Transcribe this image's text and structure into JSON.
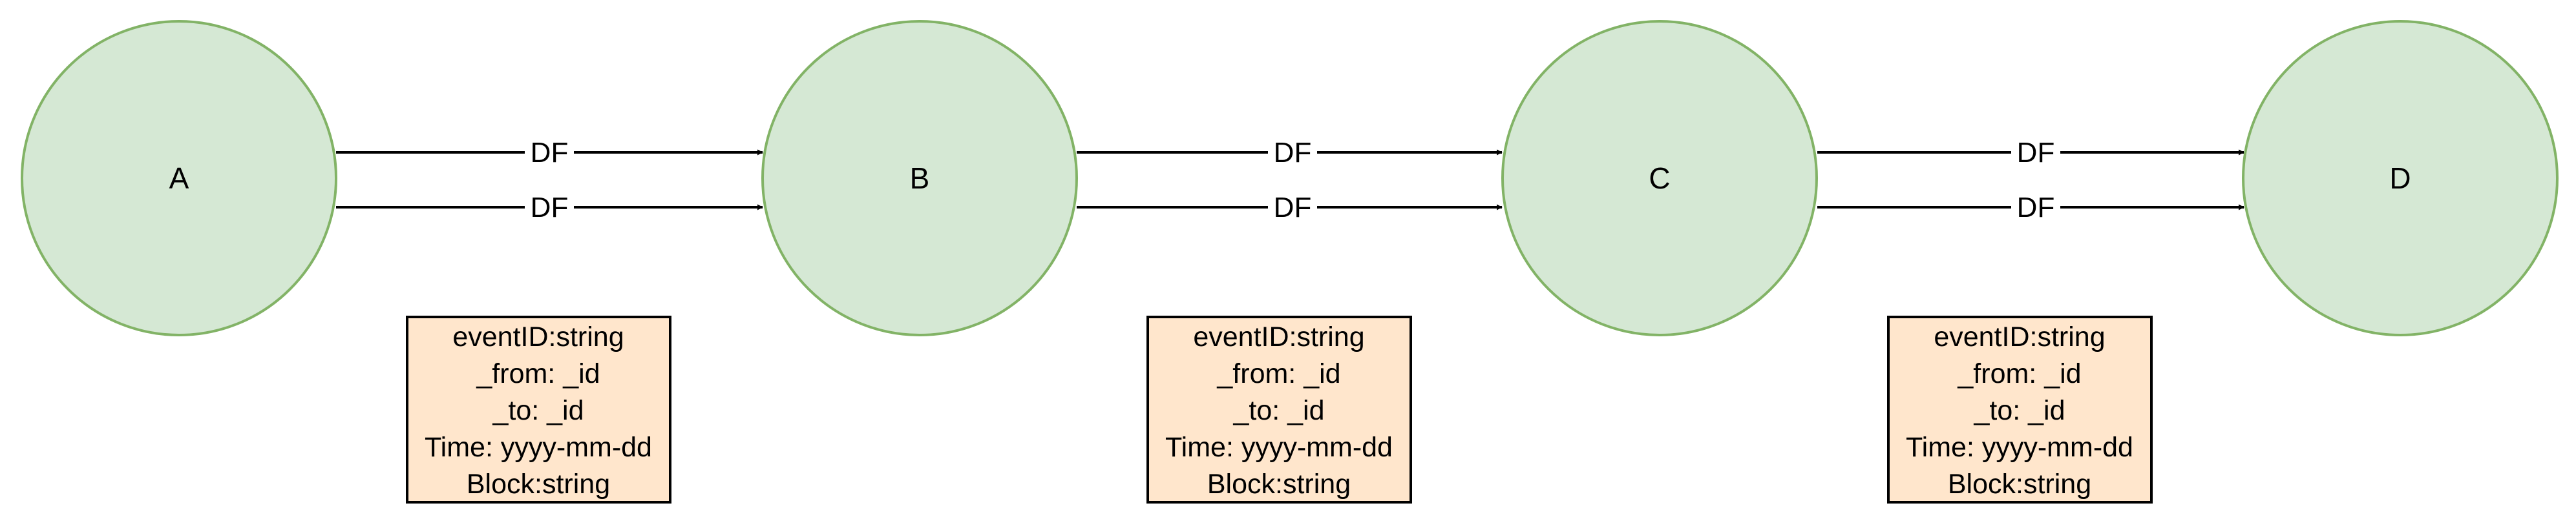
{
  "colors": {
    "node_fill": "#d5e8d4",
    "node_stroke": "#82b366",
    "box_fill": "#ffe6cc",
    "box_stroke": "#000000",
    "edge": "#000000"
  },
  "nodes": [
    {
      "label": "A"
    },
    {
      "label": "B"
    },
    {
      "label": "C"
    },
    {
      "label": "D"
    }
  ],
  "edges": [
    {
      "from": "A",
      "to": "B",
      "label": "DF"
    },
    {
      "from": "A",
      "to": "B",
      "label": "DF"
    },
    {
      "from": "B",
      "to": "C",
      "label": "DF"
    },
    {
      "from": "B",
      "to": "C",
      "label": "DF"
    },
    {
      "from": "C",
      "to": "D",
      "label": "DF"
    },
    {
      "from": "C",
      "to": "D",
      "label": "DF"
    }
  ],
  "attribute_boxes": [
    {
      "between": "A-B",
      "lines": [
        "eventID:string",
        "_from: _id",
        "_to: _id",
        "Time: yyyy-mm-dd",
        "Block:string"
      ]
    },
    {
      "between": "B-C",
      "lines": [
        "eventID:string",
        "_from: _id",
        "_to: _id",
        "Time: yyyy-mm-dd",
        "Block:string"
      ]
    },
    {
      "between": "C-D",
      "lines": [
        "eventID:string",
        "_from: _id",
        "_to: _id",
        "Time: yyyy-mm-dd",
        "Block:string"
      ]
    }
  ]
}
